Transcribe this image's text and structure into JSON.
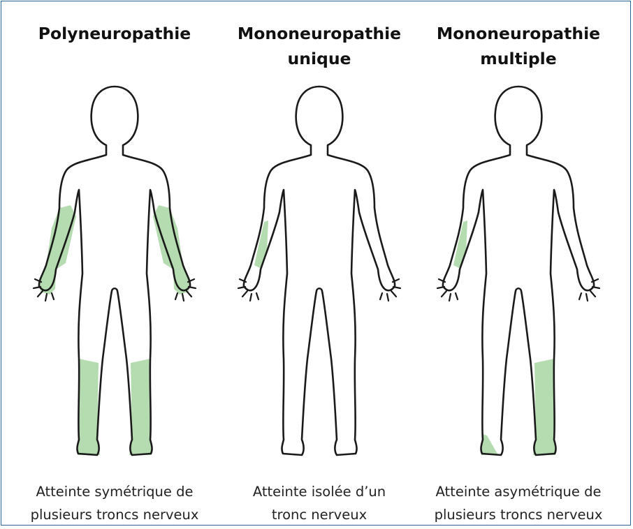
{
  "colors": {
    "frame_border": "#2f5f91",
    "affected_area": "#b5dcb0",
    "outline": "#1a1a1a"
  },
  "panels": [
    {
      "title_lines": [
        "Polyneuropathie"
      ],
      "caption_lines": [
        "Atteinte symétrique de",
        "plusieurs troncs nerveux"
      ],
      "affected": [
        "right-forearm-hand",
        "left-forearm-hand",
        "right-lower-leg",
        "left-lower-leg"
      ]
    },
    {
      "title_lines": [
        "Mononeuropathie",
        "unique"
      ],
      "caption_lines": [
        "Atteinte isolée d’un",
        "tronc nerveux"
      ],
      "affected": [
        "right-forearm-strip"
      ]
    },
    {
      "title_lines": [
        "Mononeuropathie",
        "multiple"
      ],
      "caption_lines": [
        "Atteinte asymétrique de",
        "plusieurs troncs nerveux"
      ],
      "affected": [
        "right-forearm-strip",
        "right-foot-partial",
        "left-lower-leg"
      ]
    }
  ]
}
